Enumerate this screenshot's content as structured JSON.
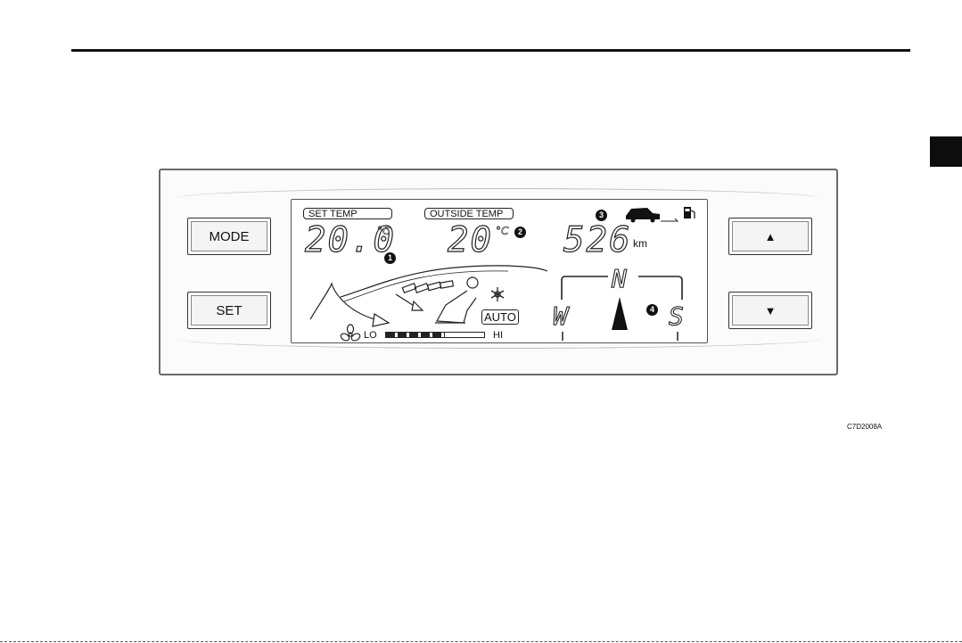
{
  "buttons": {
    "mode_label": "MODE",
    "set_label": "SET",
    "up_label": "▲",
    "down_label": "▼"
  },
  "display": {
    "set_temp_label": "SET TEMP",
    "set_temp_value": "20.0",
    "outside_temp_label": "OUTSIDE TEMP",
    "outside_temp_value": "20",
    "temp_unit": "°C",
    "range_value": "526",
    "range_unit": "km",
    "climate_mode": "AUTO",
    "fan_low_label": "LO",
    "fan_high_label": "HI",
    "fan_level_fraction": 0.6,
    "compass": {
      "north": "N",
      "west": "W",
      "south": "S"
    }
  },
  "callouts": [
    "1",
    "2",
    "3",
    "4"
  ],
  "figure_code": "C7D2008A",
  "icons": [
    "fan-icon",
    "snowflake-icon",
    "car-icon",
    "fuel-pump-icon",
    "airflow-arrow-icon",
    "compass-needle-icon"
  ]
}
